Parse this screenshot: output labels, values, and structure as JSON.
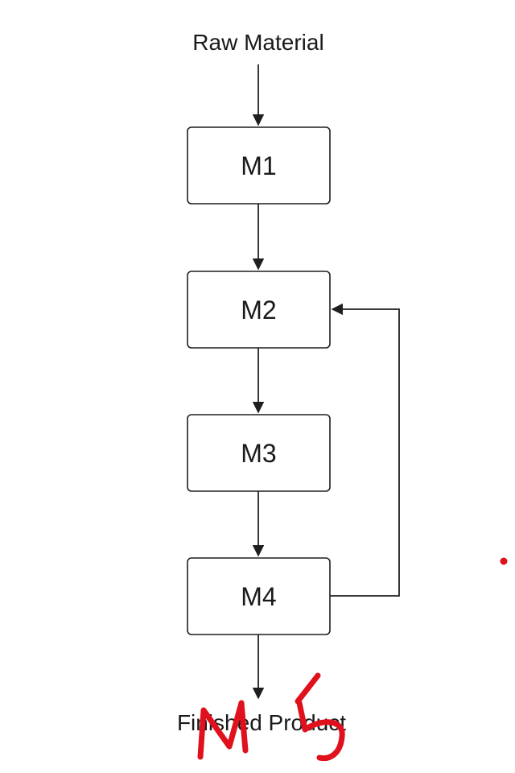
{
  "diagram": {
    "input_label": "Raw Material",
    "output_label": "Finished Product",
    "nodes": [
      {
        "id": "m1",
        "label": "M1"
      },
      {
        "id": "m2",
        "label": "M2"
      },
      {
        "id": "m3",
        "label": "M3"
      },
      {
        "id": "m4",
        "label": "M4"
      }
    ],
    "edges": [
      {
        "from": "Raw Material",
        "to": "M1"
      },
      {
        "from": "M1",
        "to": "M2"
      },
      {
        "from": "M2",
        "to": "M3"
      },
      {
        "from": "M3",
        "to": "M4"
      },
      {
        "from": "M4",
        "to": "M2"
      },
      {
        "from": "M4",
        "to": "Finished Product"
      }
    ]
  },
  "annotation": {
    "handwritten_text": "M5",
    "color": "#e0101c"
  },
  "colors": {
    "line": "#1f1f1f",
    "text": "#1a1a1a",
    "background": "#ffffff",
    "ink": "#e0101c"
  }
}
